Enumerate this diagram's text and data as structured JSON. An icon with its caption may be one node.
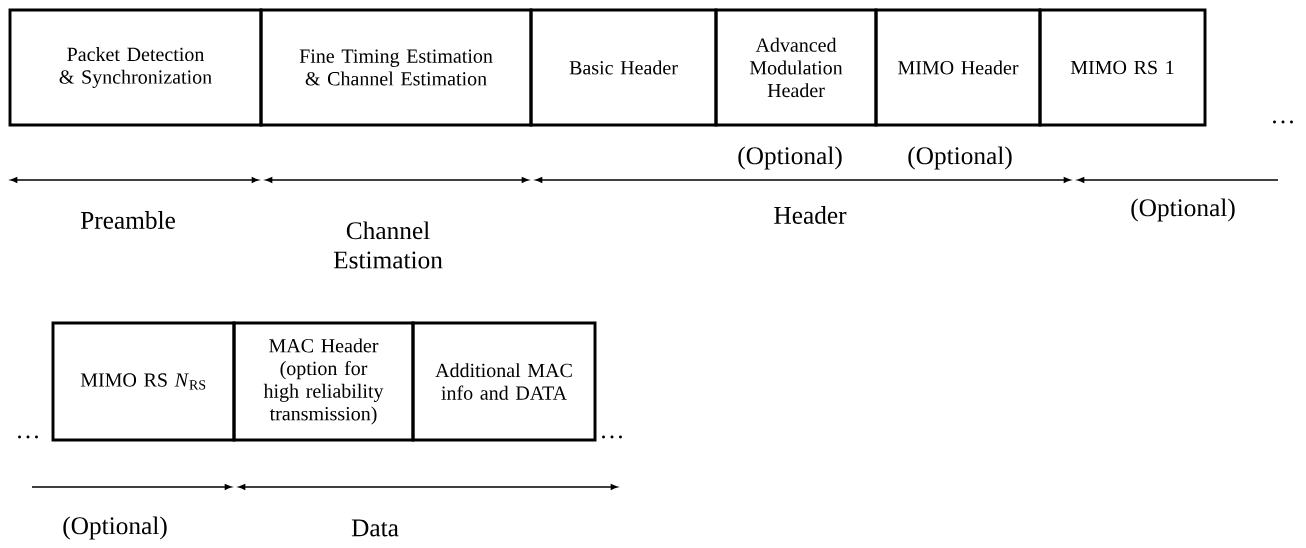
{
  "diagram": {
    "nodes": [
      {
        "text": [
          "Packet Detection & Synchronization"
        ]
      },
      {
        "text": [
          "Fine Timing Estimation & Channel Estimation"
        ]
      },
      {
        "text": [
          "Basic Header"
        ]
      },
      {
        "text": [
          "Advanced Modulation Header"
        ]
      },
      {
        "text": [
          "MIMO Header"
        ]
      },
      {
        "text": [
          "MIMO RS 1"
        ]
      },
      {
        "text": [
          "MIMO RS *N*$_{RS}$"
        ]
      },
      {
        "text": [
          "MAC Header (option for high reliability transmission)"
        ]
      },
      {
        "text": [
          "Additional MAC info and DATA"
        ]
      }
    ],
    "labels": [
      "…",
      "(Optional)",
      "(Optional)",
      "Preamble",
      "Channel Estimation",
      "Header",
      "(Optional)",
      "…",
      "…",
      "(Optional)",
      "Data"
    ]
  }
}
